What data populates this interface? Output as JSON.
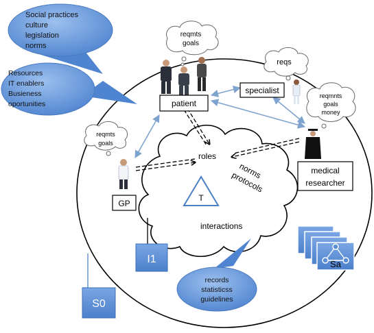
{
  "callouts": {
    "context": [
      "Social practices",
      "culture",
      "legislation",
      "norms"
    ],
    "resources": [
      "Resources",
      "IT enablers",
      "Busieness",
      "oportunities"
    ],
    "records": [
      "records",
      "statisticss",
      "guidelines"
    ]
  },
  "actors": {
    "patient": "patient",
    "specialist": "specialist",
    "gp": "GP",
    "researcher": [
      "medical",
      "researcher"
    ]
  },
  "thought_clouds": {
    "patient": [
      "reqmts",
      "goals"
    ],
    "specialist": [
      "reqs"
    ],
    "gp": [
      "reqmts",
      "goals"
    ],
    "researcher": [
      "reqmnts",
      "goals",
      "money"
    ]
  },
  "center_cloud": {
    "roles": "roles",
    "norms": "norms",
    "protocols": "protocols",
    "interactions": "interactions",
    "triangle_label": "T"
  },
  "blue_boxes": {
    "i1": "I1",
    "s0": "S0",
    "sa": "Sa"
  },
  "colors": {
    "callout_fill": "#5b8fd6",
    "box_blue": "#5b8fd6",
    "arrow": "#7ea3cf",
    "triangle": "#4a7fc4"
  }
}
